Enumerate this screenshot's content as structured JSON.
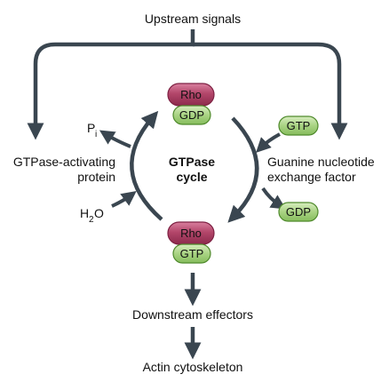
{
  "labels": {
    "upstream": "Upstream signals",
    "gap_line1": "GTPase-activating",
    "gap_line2": "protein",
    "gef_line1": "Guanine nucleotide",
    "gef_line2": "exchange factor",
    "center_line1": "GTPase",
    "center_line2": "cycle",
    "pi_main": "P",
    "pi_sub": "i",
    "h2o_h": "H",
    "h2o_sub": "2",
    "h2o_o": "O",
    "downstream": "Downstream effectors",
    "actin": "Actin cytoskeleton"
  },
  "pills": {
    "rho_top": "Rho",
    "gdp_top": "GDP",
    "rho_bottom": "Rho",
    "gtp_bottom": "GTP",
    "gtp_in": "GTP",
    "gdp_out": "GDP"
  },
  "colors": {
    "arrow": "#3a4650",
    "rho_fill": "#b3466a",
    "rho_stroke": "#7e2143",
    "green_fill": "#a9d383",
    "green_stroke": "#4f8a2c"
  }
}
